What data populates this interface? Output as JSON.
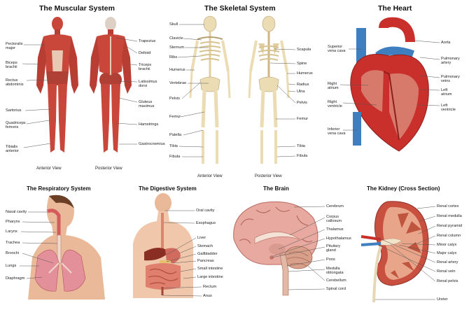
{
  "muscular": {
    "title": "The Muscular System",
    "labels_left": [
      "Pectoralis\nmajor",
      "Biceps\nbrachii",
      "Rectus\nabdominis",
      "Sartorius",
      "Quadriceps\nfemoris",
      "Tibialis\nanterior"
    ],
    "labels_right": [
      "Trapezius",
      "Deltoid",
      "Triceps\nbrachii",
      "Latissimus\ndorsi",
      "Gluteus\nmaximus",
      "Hamstrings",
      "Gastrocnemius"
    ],
    "captions": [
      "Anterior View",
      "Posterior View"
    ]
  },
  "skeletal": {
    "title": "The Skeletal System",
    "labels_left": [
      "Skull",
      "Clavicle",
      "Sternum",
      "Ribs",
      "Humerus",
      "Vertebrae",
      "Pelvis",
      "Femur",
      "Patella",
      "Tibia",
      "Fibula"
    ],
    "labels_right": [
      "Scapula",
      "Spine",
      "Humerus",
      "Radius",
      "Ulna",
      "Pelvis",
      "Femur",
      "Tibia",
      "Fibula"
    ],
    "captions": [
      "Anterior View",
      "Posterior View"
    ]
  },
  "heart": {
    "title": "The Heart",
    "labels_left": [
      "Superior\nvena cava",
      "Right\natrium",
      "Right\nventricle",
      "Inferior\nvena cava"
    ],
    "labels_right": [
      "Aorta",
      "Pulmonary\nartery",
      "Pulmonary\nveins",
      "Left\natrium",
      "Left\nventricle"
    ]
  },
  "respiratory": {
    "title": "The Respiratory System",
    "labels": [
      "Nasal cavity",
      "Pharynx",
      "Larynx",
      "Trachea",
      "Bronchi",
      "Lungs",
      "Diaphragm"
    ]
  },
  "digestive": {
    "title": "The Digestive System",
    "labels": [
      "Oral cavity",
      "Esophagus",
      "Liver",
      "Stomach",
      "Gallbladder",
      "Pancreas",
      "Small intestine",
      "Large intestine",
      "Rectum",
      "Anus"
    ]
  },
  "brain": {
    "title": "The Brain",
    "labels": [
      "Cerebrum",
      "Corpus\ncallosum",
      "Thalamus",
      "Hypothalamus",
      "Pituitary\ngland",
      "Pons",
      "Medulla\noblongata",
      "Cerebellum",
      "Spinal cord"
    ]
  },
  "kidney": {
    "title": "The Kidney (Cross Section)",
    "labels": [
      "Renal cortex",
      "Renal medulla",
      "Renal pyramid",
      "Renal column",
      "Minor calyx",
      "Major calyx",
      "Renal artery",
      "Renal vein",
      "Renal pelvis",
      "Ureter"
    ]
  },
  "colors": {
    "muscle": "#c8473a",
    "muscle_dark": "#9e2f27",
    "bone": "#ecdcb4",
    "bone_dark": "#b59e70",
    "artery": "#c9302c",
    "vein": "#3f7fbf",
    "skin": "#e9b99a",
    "brain": "#e7a9a0"
  }
}
